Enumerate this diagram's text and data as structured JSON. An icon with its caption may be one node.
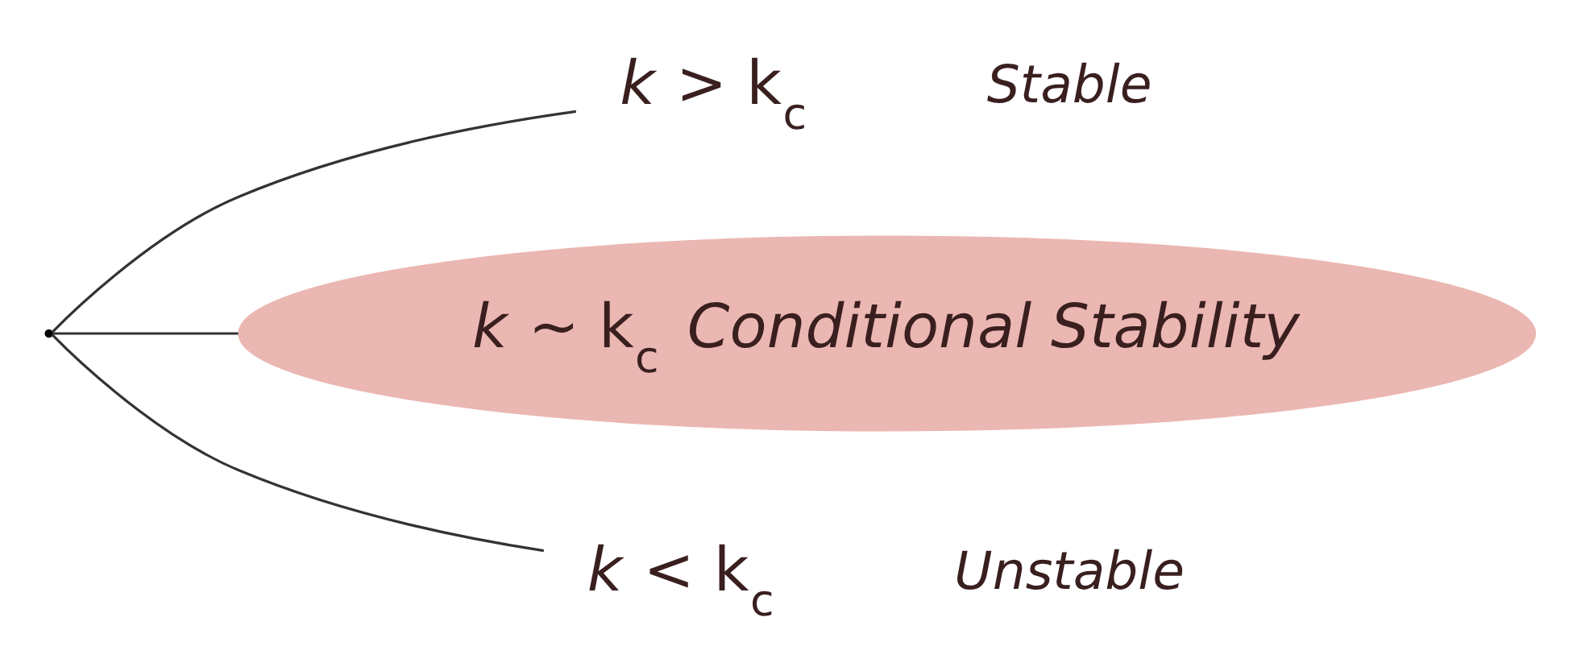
{
  "diagram": {
    "nodes": [
      {
        "text": [],
        "shape": "point"
      },
      {
        "text": [
          "*k* > k$_{c}$"
        ],
        "beside": [
          "Stable"
        ]
      },
      {
        "text": [
          "*k* ~ k$_{c}$",
          "Conditional Stability"
        ]
      },
      {
        "text": [
          "*k* < k$_{c}$"
        ],
        "beside": [
          "Unstable"
        ]
      }
    ],
    "edges": [
      {
        "from": 0,
        "to": 1,
        "arrow": "none"
      },
      {
        "from": 0,
        "to": 2,
        "arrow": "none"
      },
      {
        "from": 0,
        "to": 3,
        "arrow": "none"
      }
    ]
  }
}
